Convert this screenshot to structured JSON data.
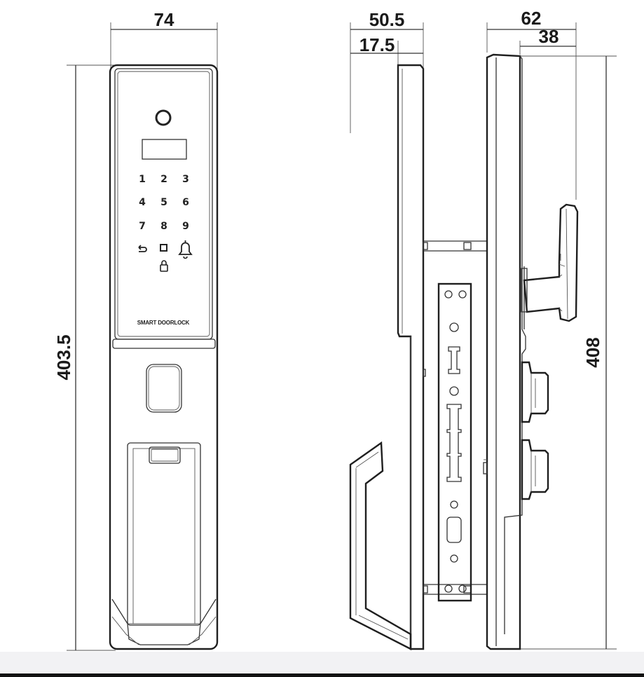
{
  "dimensions": {
    "front_width": "74",
    "front_height": "403.5",
    "side_depth": "50.5",
    "side_offset": "17.5",
    "rear_depth": "62",
    "rear_offset": "38",
    "rear_height": "408"
  },
  "keypad": {
    "keys": [
      "1",
      "2",
      "3",
      "4",
      "5",
      "6",
      "7",
      "8",
      "9"
    ],
    "back_key": "↩",
    "enter_key": "□",
    "bell_key": "🔔",
    "lock_key": "🔒"
  },
  "brand_label": "SMART DOORLOCK"
}
